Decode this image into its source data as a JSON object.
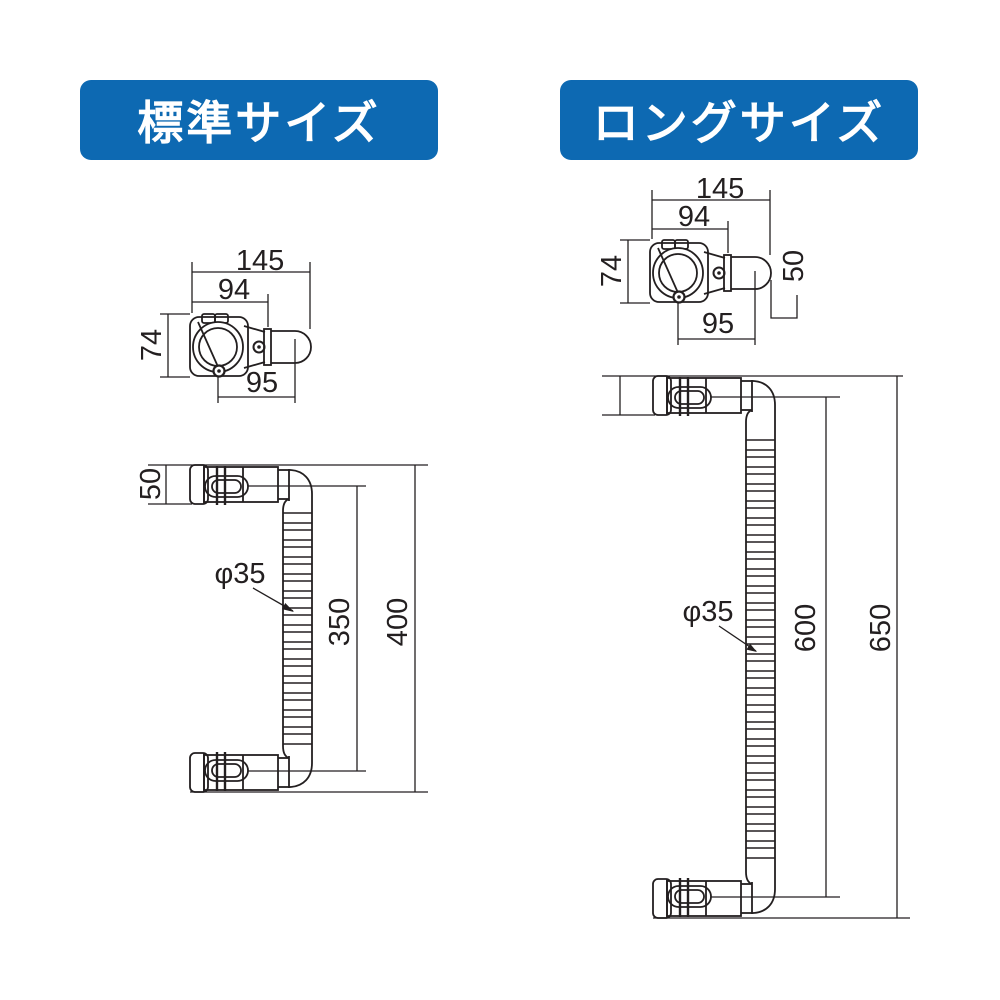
{
  "headers": {
    "standard": "標準サイズ",
    "long": "ロングサイズ"
  },
  "colors": {
    "header_bg": "#0d69b2",
    "header_text": "#ffffff",
    "line": "#231f20",
    "background": "#ffffff"
  },
  "standard": {
    "top_view": {
      "total_width": "145",
      "clamp_width": "94",
      "clamp_depth": "74",
      "center_to_end": "95"
    },
    "side_view": {
      "clamp_height": "50",
      "bar_diameter": "φ35",
      "grip_span": "350",
      "overall_length": "400"
    }
  },
  "long": {
    "top_view": {
      "total_width": "145",
      "clamp_width": "94",
      "clamp_depth": "74",
      "center_to_end": "95",
      "end_height": "50"
    },
    "side_view": {
      "bar_diameter": "φ35",
      "grip_span": "600",
      "overall_length": "650"
    }
  }
}
